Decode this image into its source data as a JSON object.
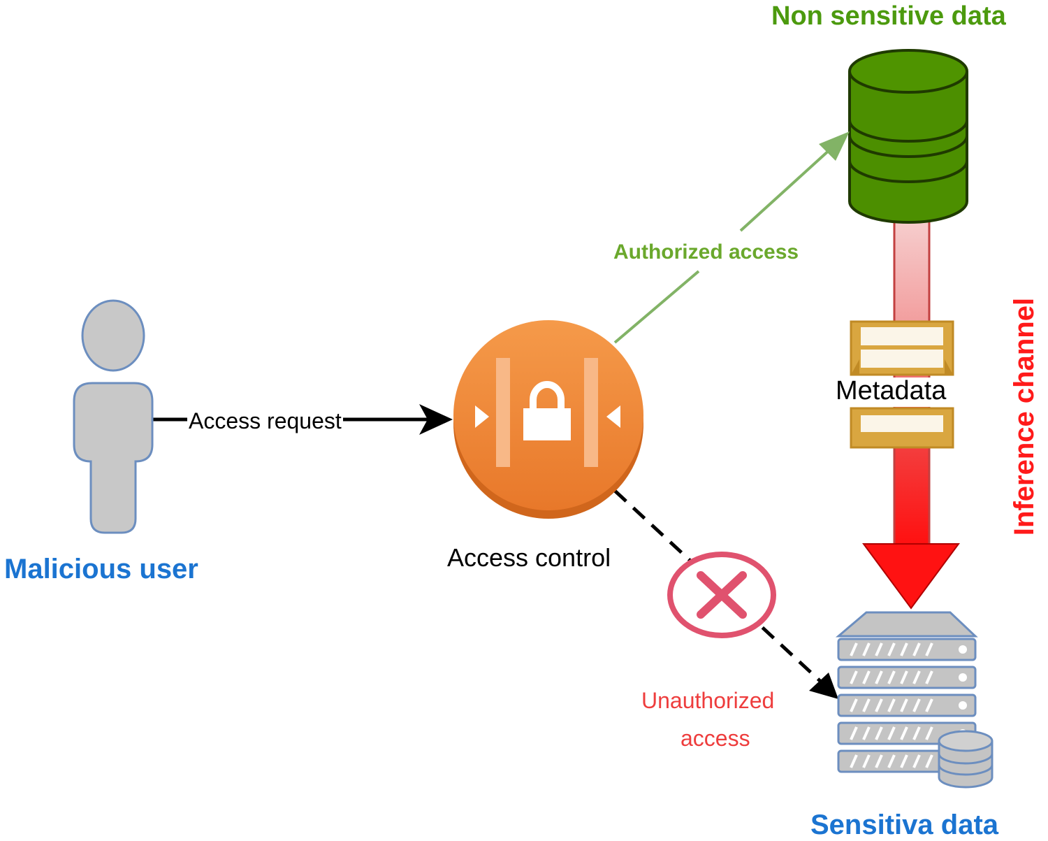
{
  "labels": {
    "non_sensitive": "Non sensitive data",
    "authorized": "Authorized access",
    "inference": "Inference channel",
    "metadata": "Metadata",
    "access_request": "Access request",
    "malicious_user": "Malicious user",
    "access_control": "Access control",
    "unauthorized_line1": "Unauthorized",
    "unauthorized_line2": "access",
    "sensitive": "Sensitiva data"
  },
  "icons": {
    "user": "user-icon",
    "access_control": "lock-icon",
    "non_sensitive_db": "database-icon",
    "metadata": "metadata-icon",
    "blocked": "blocked-x-icon",
    "sensitive_server": "server-icon",
    "small_db": "database-icon"
  },
  "colors": {
    "user_blue": "#1b74d1",
    "green": "#4c9a0e",
    "db_green": "#4c8f00",
    "orange": "#f08536",
    "red": "#ff1a1a",
    "pink": "#e0526e",
    "gold": "#d6a53e",
    "server_fill": "#c4c4c4",
    "server_stroke": "#6c8ebf"
  }
}
